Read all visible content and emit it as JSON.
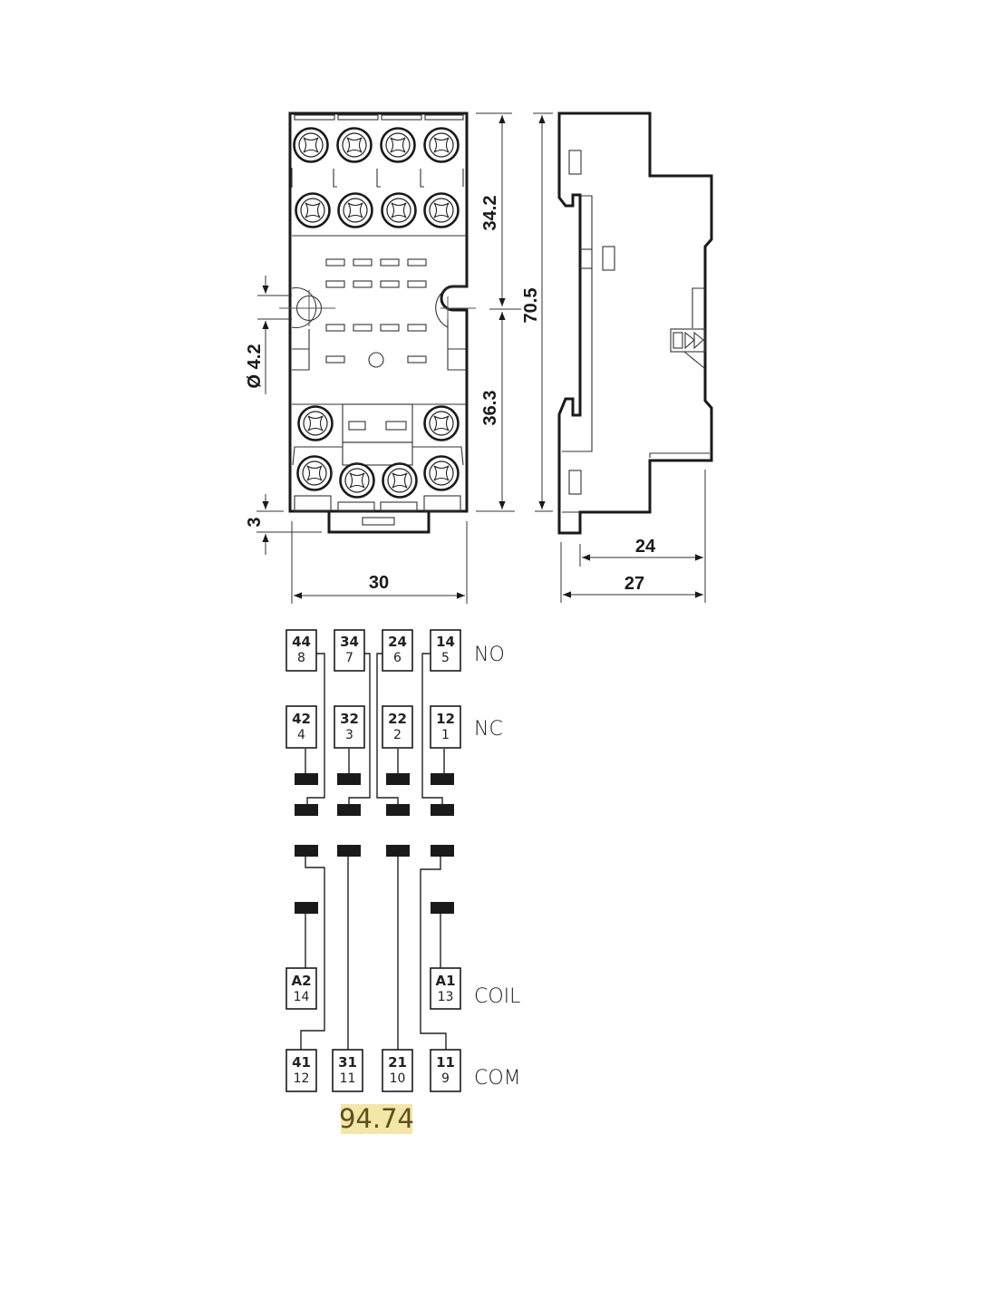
{
  "product": {
    "model_code": "94.74",
    "model_highlight_color": "#f4e6a6"
  },
  "dimensions": {
    "upper_section_height": "34.2",
    "total_height": "70.5",
    "lower_section_height": "36.3",
    "hole_diameter": "Ø 4.2",
    "clip_height": "3",
    "front_width": "30",
    "side_depth_inner": "24",
    "side_depth_outer": "27"
  },
  "wiring": {
    "groups": {
      "no": "NO",
      "nc": "NC",
      "coil": "COIL",
      "com": "COM"
    },
    "no_terminals": [
      {
        "contact": "44",
        "pin": "8"
      },
      {
        "contact": "34",
        "pin": "7"
      },
      {
        "contact": "24",
        "pin": "6"
      },
      {
        "contact": "14",
        "pin": "5"
      }
    ],
    "nc_terminals": [
      {
        "contact": "42",
        "pin": "4"
      },
      {
        "contact": "32",
        "pin": "3"
      },
      {
        "contact": "22",
        "pin": "2"
      },
      {
        "contact": "12",
        "pin": "1"
      }
    ],
    "coil_terminals": [
      {
        "contact": "A2",
        "pin": "14"
      },
      {
        "contact": "A1",
        "pin": "13"
      }
    ],
    "com_terminals": [
      {
        "contact": "41",
        "pin": "12"
      },
      {
        "contact": "31",
        "pin": "11"
      },
      {
        "contact": "21",
        "pin": "10"
      },
      {
        "contact": "11",
        "pin": "9"
      }
    ]
  }
}
